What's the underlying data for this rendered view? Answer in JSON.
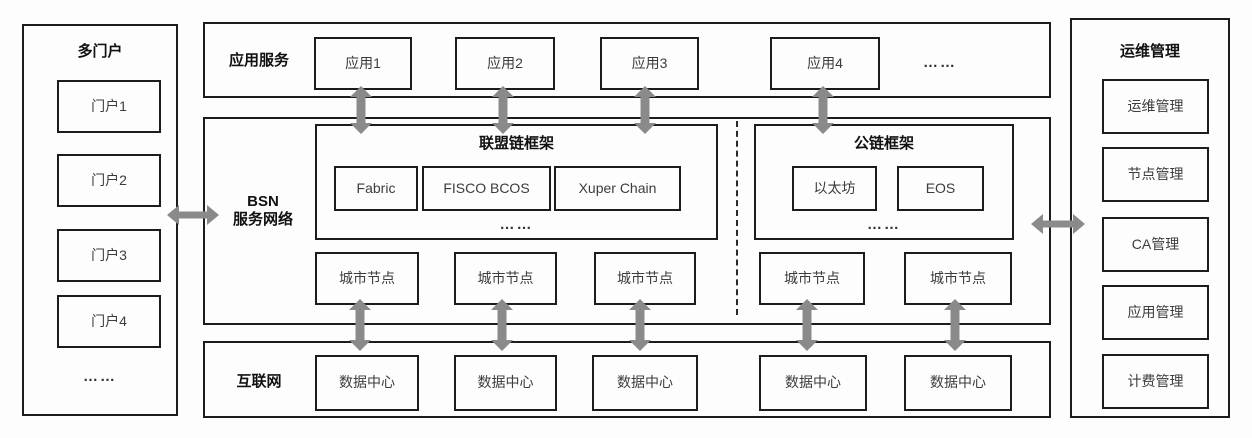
{
  "colors": {
    "border": "#1c1c1c",
    "arrow": "#8a8a8a",
    "background": "#fdfdfd",
    "title_text": "#111111",
    "label_text": "#3c3c3c"
  },
  "left_panel": {
    "title": "多门户",
    "items": [
      {
        "label": "门户1"
      },
      {
        "label": "门户2"
      },
      {
        "label": "门户3"
      },
      {
        "label": "门户4"
      }
    ],
    "ellipsis": "……"
  },
  "app_layer": {
    "label": "应用服务",
    "items": [
      {
        "label": "应用1"
      },
      {
        "label": "应用2"
      },
      {
        "label": "应用3"
      },
      {
        "label": "应用4"
      }
    ],
    "ellipsis": "……"
  },
  "bsn_layer": {
    "label_line1": "BSN",
    "label_line2": "服务网络",
    "consortium_frame": {
      "title": "联盟链框架",
      "items": [
        {
          "label": "Fabric"
        },
        {
          "label": "FISCO BCOS"
        },
        {
          "label": "Xuper Chain"
        }
      ],
      "ellipsis": "……"
    },
    "public_frame": {
      "title": "公链框架",
      "items": [
        {
          "label": "以太坊"
        },
        {
          "label": "EOS"
        }
      ],
      "ellipsis": "……"
    },
    "city_nodes": [
      {
        "label": "城市节点"
      },
      {
        "label": "城市节点"
      },
      {
        "label": "城市节点"
      },
      {
        "label": "城市节点"
      },
      {
        "label": "城市节点"
      }
    ]
  },
  "internet_layer": {
    "label": "互联网",
    "data_centers": [
      {
        "label": "数据中心"
      },
      {
        "label": "数据中心"
      },
      {
        "label": "数据中心"
      },
      {
        "label": "数据中心"
      },
      {
        "label": "数据中心"
      }
    ]
  },
  "ops_panel": {
    "title": "运维管理",
    "items": [
      {
        "label": "运维管理"
      },
      {
        "label": "节点管理"
      },
      {
        "label": "CA管理"
      },
      {
        "label": "应用管理"
      },
      {
        "label": "计费管理"
      }
    ]
  }
}
